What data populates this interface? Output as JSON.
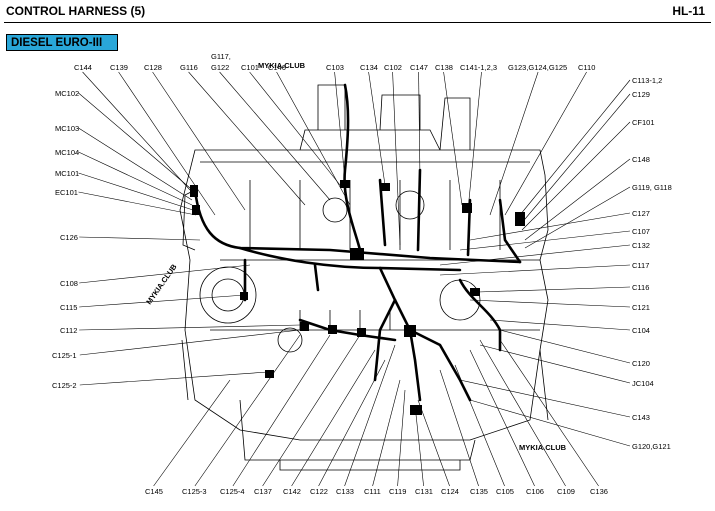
{
  "header": {
    "title": "CONTROL HARNESS (5)",
    "page": "HL-11"
  },
  "section_badge": "DIESEL EURO-III",
  "watermark": "MYKIA.CLUB",
  "callouts": {
    "top": [
      "C144",
      "C139",
      "C128",
      "G116",
      "G117,",
      "G122",
      "C101",
      "C146",
      "C103",
      "C134",
      "C102",
      "C147",
      "C138",
      "C141-1,2,3",
      "G123,G124,G125",
      "C110"
    ],
    "left": [
      "MC102",
      "MC103",
      "MC104",
      "MC101",
      "EC101",
      "C126",
      "C108",
      "C115",
      "C112",
      "C125-1",
      "C125-2"
    ],
    "right": [
      "C113-1,2",
      "C129",
      "CF101",
      "C148",
      "G119, G118",
      "C127",
      "C107",
      "C132",
      "C117",
      "C116",
      "C121",
      "C104",
      "C120",
      "JC104",
      "C143",
      "G120,G121"
    ],
    "bottom": [
      "C145",
      "C125-3",
      "C125-4",
      "C137",
      "C142",
      "C122",
      "C133",
      "C111",
      "C119",
      "C131",
      "C124",
      "C135",
      "C105",
      "C106",
      "C109",
      "C136"
    ]
  }
}
